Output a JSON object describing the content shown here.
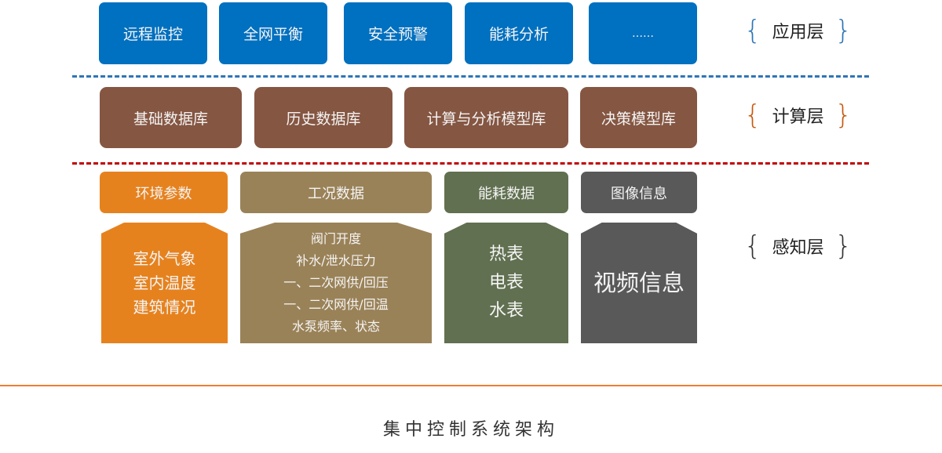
{
  "application_layer": {
    "label": "应用层",
    "brace_color": "#2e75b6",
    "items": [
      "远程监控",
      "全网平衡",
      "安全预警",
      "能耗分析",
      "……"
    ]
  },
  "computing_layer": {
    "label": "计算层",
    "brace_color": "#c55a11",
    "items": [
      "基础数据库",
      "历史数据库",
      "计算与分析模型库",
      "决策模型库"
    ]
  },
  "perception_layer": {
    "label": "感知层",
    "brace_color": "#333333",
    "groups": [
      {
        "title": "环境参数",
        "color": "#e6821e",
        "items": [
          "室外气象",
          "室内温度",
          "建筑情况"
        ]
      },
      {
        "title": "工况数据",
        "color": "#9a8258",
        "items": [
          "阀门开度",
          "补水/泄水压力",
          "一、二次网供/回压",
          "一、二次网供/回温",
          "水泵频率、状态"
        ]
      },
      {
        "title": "能耗数据",
        "color": "#617050",
        "items": [
          "热表",
          "电表",
          "水表"
        ]
      },
      {
        "title": "图像信息",
        "color": "#595959",
        "items": [
          "视频信息"
        ]
      }
    ]
  },
  "dividers": {
    "blue": "#2e75b6",
    "red": "#c00000",
    "orange": "#ed7d31"
  },
  "caption": "集中控制系统架构"
}
